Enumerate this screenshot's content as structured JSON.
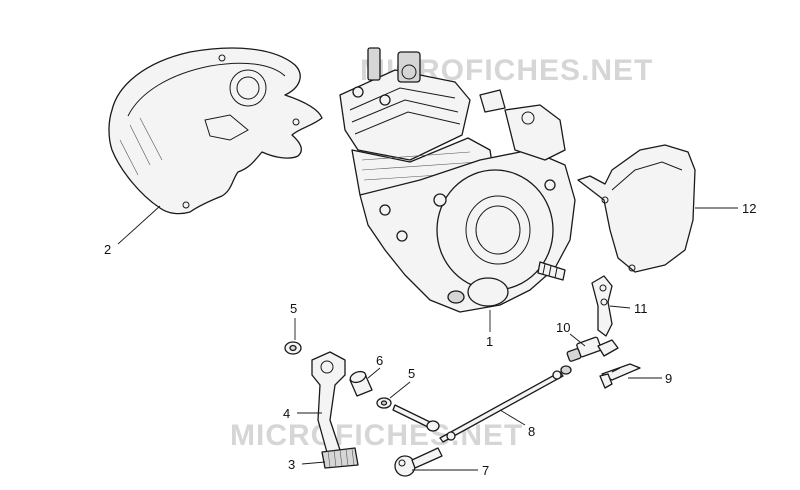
{
  "watermarks": [
    "MICROFICHES.NET",
    "MICROFICHES.NET"
  ],
  "callouts": [
    {
      "id": "c1",
      "label": "1"
    },
    {
      "id": "c2",
      "label": "2"
    },
    {
      "id": "c3",
      "label": "3"
    },
    {
      "id": "c4",
      "label": "4"
    },
    {
      "id": "c5a",
      "label": "5"
    },
    {
      "id": "c5b",
      "label": "5"
    },
    {
      "id": "c6",
      "label": "6"
    },
    {
      "id": "c7",
      "label": "7"
    },
    {
      "id": "c8",
      "label": "8"
    },
    {
      "id": "c9",
      "label": "9"
    },
    {
      "id": "c10",
      "label": "10"
    },
    {
      "id": "c11",
      "label": "11"
    },
    {
      "id": "c12",
      "label": "12"
    }
  ]
}
